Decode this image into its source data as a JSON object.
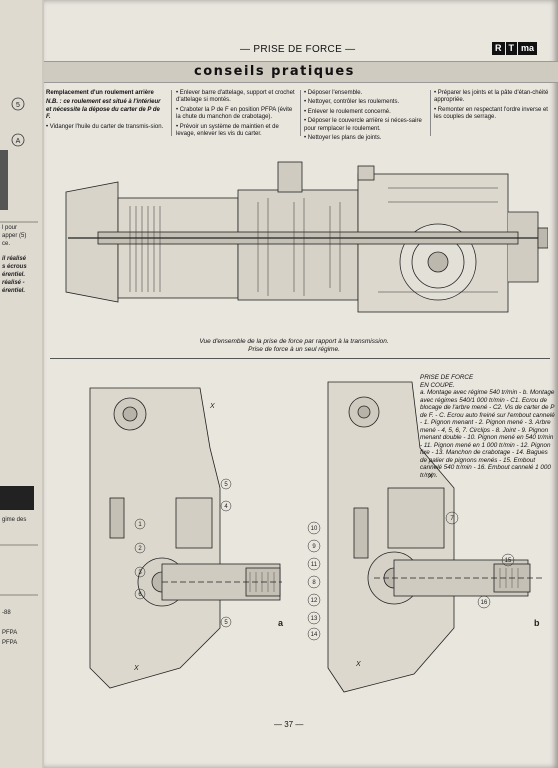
{
  "header": {
    "title": "— PRISE DE FORCE —",
    "logo": [
      "R",
      "T",
      "ma"
    ]
  },
  "banner": "conseils pratiques",
  "columns": [
    {
      "heading": "Remplacement d'un roulement arrière",
      "note": "N.B. : ce roulement est situé à l'intérieur et nécessite la dépose du carter de P de F.",
      "items": [
        "• Vidanger l'huile du carter de transmis-sion."
      ]
    },
    {
      "items": [
        "• Enlever barre d'attelage, support et crochet d'attelage si montés.",
        "• Craboter la P de F en position PFPA (évite la chute du manchon de crabotage).",
        "• Prévoir un système de maintien et de levage, enlever les vis du carter."
      ]
    },
    {
      "items": [
        "• Déposer l'ensemble.",
        "• Nettoyer, contrôler les roulements.",
        "• Enlever le roulement concerné.",
        "• Déposer le couvercle arrière si néces-saire pour remplacer le roulement.",
        "• Nettoyer les plans de joints."
      ]
    },
    {
      "items": [
        "• Préparer les joints et la pâte d'étan-chéité appropriée.",
        "• Remonter en respectant l'ordre inverse et les couples de serrage."
      ]
    }
  ],
  "caption_top": [
    "Vue d'ensemble de la prise de force par rapport à la transmission.",
    "Prise de force à un seul régime."
  ],
  "legend": {
    "title": [
      "PRISE DE FORCE",
      "EN COUPE."
    ],
    "body": "a. Montage avec régime 540 tr/min - b. Montage avec régimes 540/1 000 tr/min - C1. Ecrou de blocage de l'arbre mené - C2. Vis de carter de P de F. - C. Ecrou auto freiné sur l'embout cannelé - 1. Pignon menant - 2. Pignon mené - 3. Arbre mené - 4, 5, 6, 7. Circlips - 8. Joint - 9. Pignon menant double - 10. Pignon mené en 540 tr/min - 11. Pignon mené en 1 000 tr/min - 12. Pignon fixe - 13. Manchon de crabotage - 14. Bagues de palier de pignons menés - 15. Embout cannelé 540 tr/min - 16. Embout cannelé 1 000 tr/min."
  },
  "figure_labels": {
    "a": "a",
    "b": "b",
    "callouts_a": [
      "1",
      "2",
      "3",
      "6",
      "5",
      "4",
      "5"
    ],
    "callouts_b": [
      "10",
      "9",
      "11",
      "8",
      "12",
      "13",
      "14",
      "15",
      "16",
      "7"
    ],
    "x_marks": [
      "X",
      "X",
      "X",
      "X"
    ]
  },
  "page_number": "— 37 —",
  "prev_page": {
    "circle_labels": [
      "5",
      "A"
    ],
    "lines": [
      "l pour",
      "apper (5)",
      "ce.",
      "il réalisé",
      "s écrous",
      "érentiel.",
      "réalisé -",
      "érentiel.",
      "gime des",
      "-88",
      "PFPA",
      "PFPA"
    ]
  }
}
